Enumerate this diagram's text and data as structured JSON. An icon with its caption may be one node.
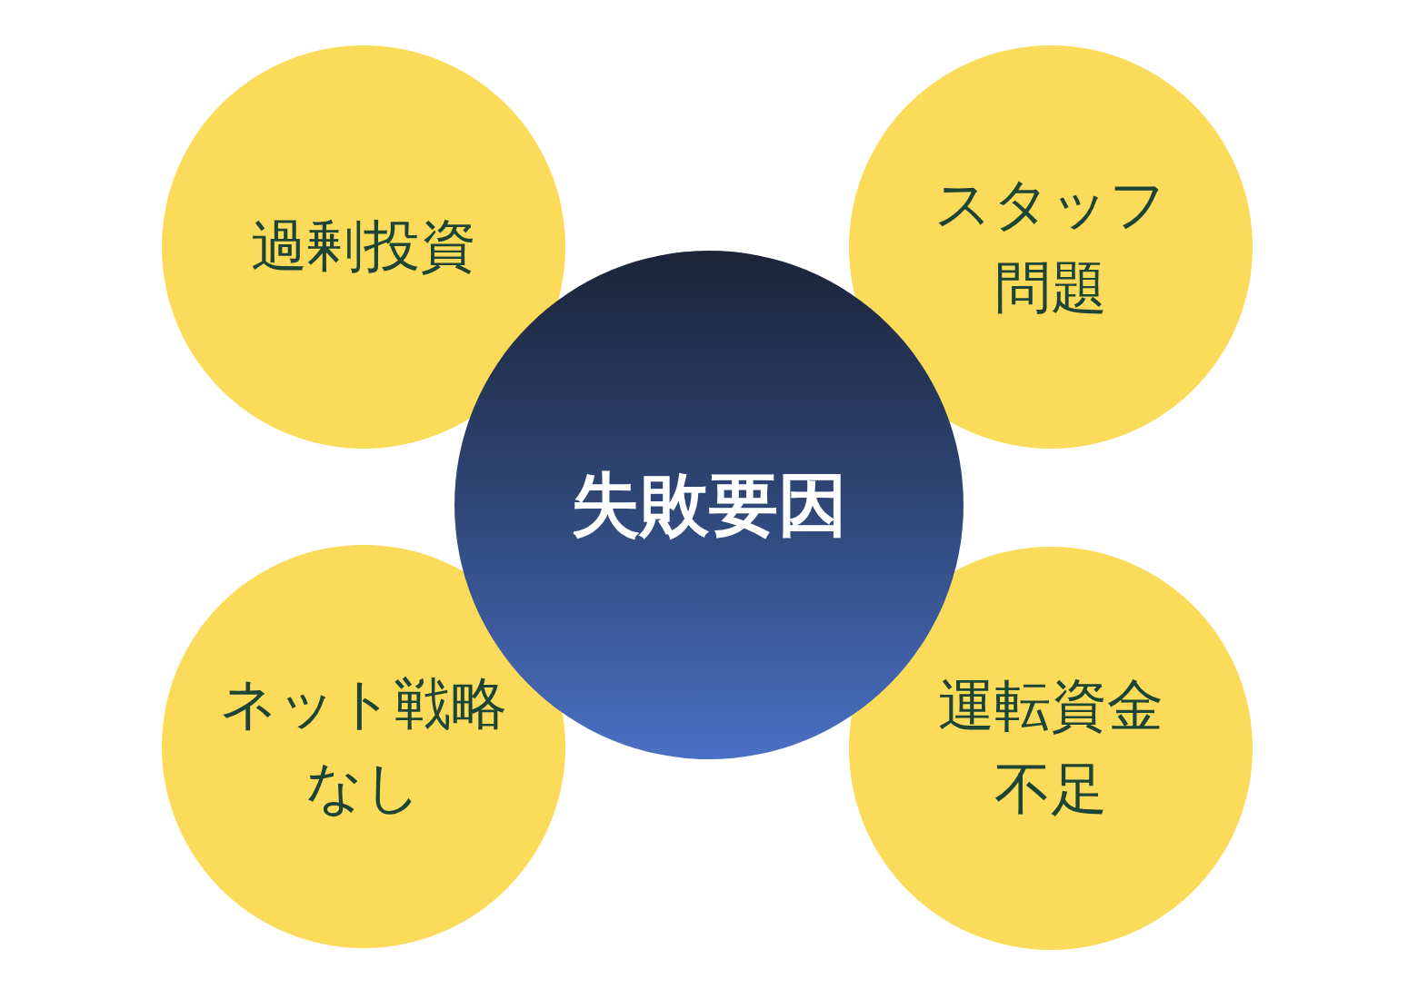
{
  "diagram": {
    "nodes": [
      {
        "text": [
          "過剰投資"
        ]
      },
      {
        "text": [
          "スタッフ問題"
        ]
      },
      {
        "text": [
          "失敗要因"
        ]
      },
      {
        "text": [
          "ネット戦略なし"
        ]
      },
      {
        "text": [
          "運転資金不足"
        ]
      }
    ],
    "edges": []
  }
}
